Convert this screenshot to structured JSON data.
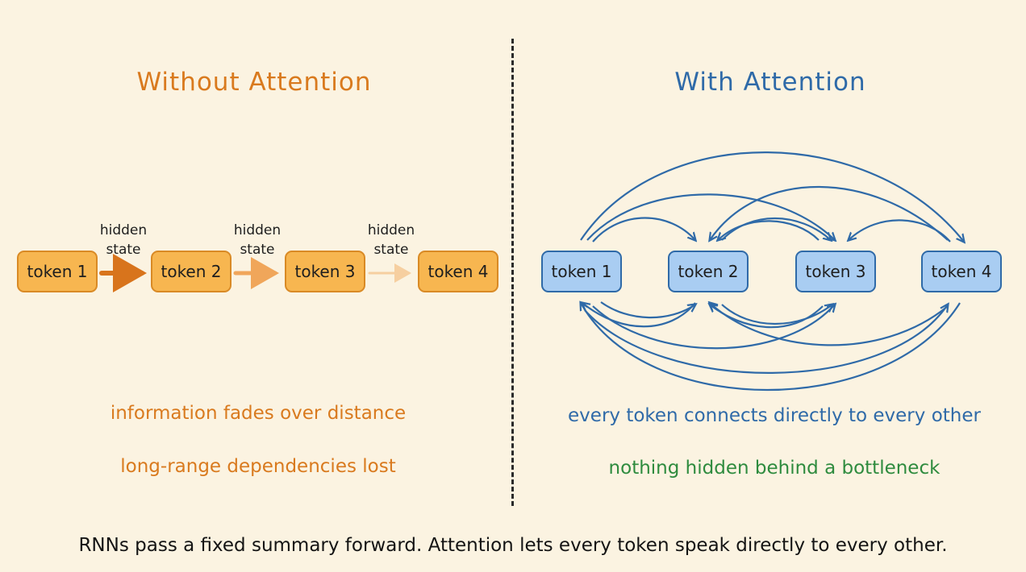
{
  "left_panel": {
    "title": "Without Attention",
    "tokens": [
      "token 1",
      "token 2",
      "token 3",
      "token 4"
    ],
    "hidden_state_labels": [
      "hidden\nstate",
      "hidden\nstate",
      "hidden\nstate"
    ],
    "captions": [
      "information fades over distance",
      "long-range dependencies lost"
    ]
  },
  "right_panel": {
    "title": "With Attention",
    "tokens": [
      "token 1",
      "token 2",
      "token 3",
      "token 4"
    ],
    "captions": [
      "every token connects directly to every other",
      "nothing hidden behind a bottleneck"
    ]
  },
  "footer": "RNNs pass a fixed summary forward. Attention lets every token speak directly to every other.",
  "colors": {
    "orange": "#d97a1e",
    "orange_fill": "#f7b650",
    "blue": "#2f6aa8",
    "blue_fill": "#a9cdf2",
    "green": "#2e8b3e",
    "background": "#fbf3e1"
  }
}
